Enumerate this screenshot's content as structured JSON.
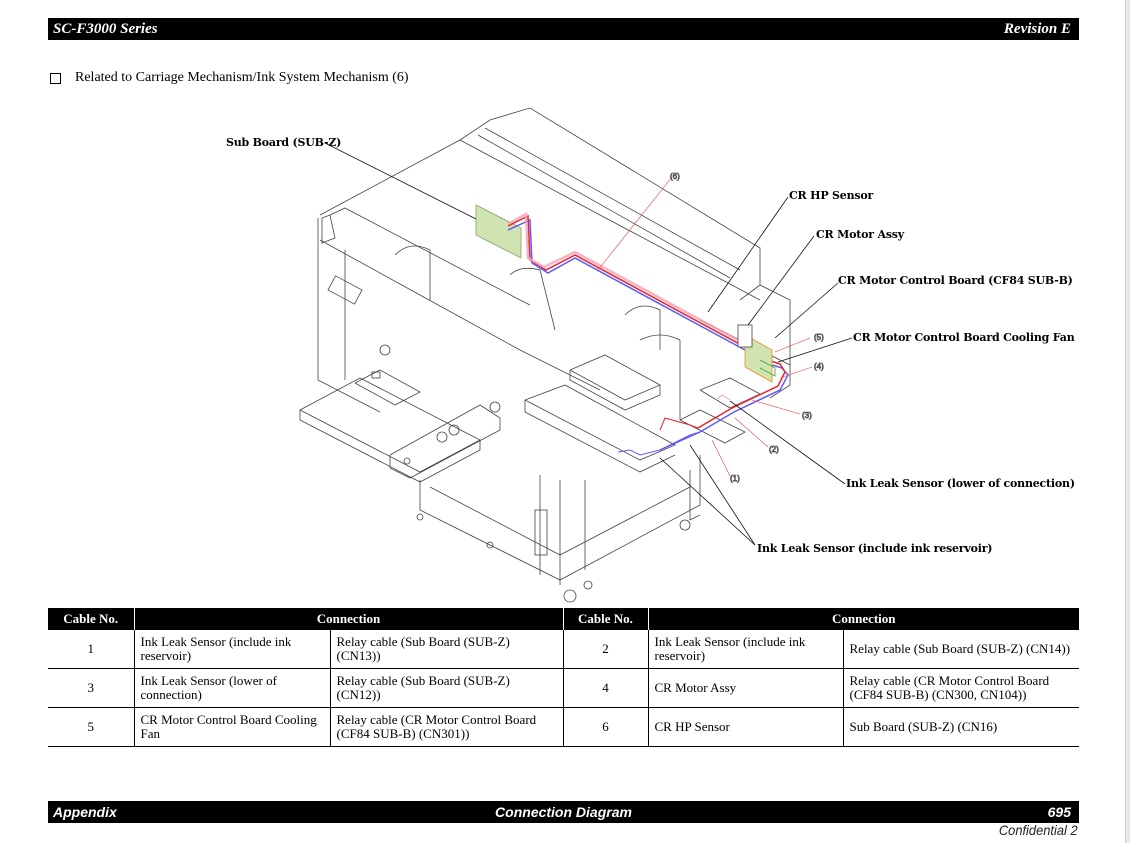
{
  "header": {
    "series": "SC-F3000 Series",
    "revision": "Revision E"
  },
  "section": {
    "bullet_icon": "square-bullet-icon",
    "title": "Related to Carriage Mechanism/Ink System Mechanism (6)"
  },
  "diagram": {
    "callouts": {
      "sub_board": "Sub Board (SUB-Z)",
      "cr_hp_sensor": "CR HP Sensor",
      "cr_motor_assy": "CR Motor Assy",
      "cr_motor_control_board": "CR Motor Control Board (CF84 SUB-B)",
      "cr_motor_cooling_fan": "CR Motor Control Board Cooling Fan",
      "ink_leak_lower": "Ink Leak Sensor (lower of connection)",
      "ink_leak_reservoir": "Ink Leak Sensor (include ink reservoir)"
    },
    "cable_markers": [
      "(1)",
      "(2)",
      "(3)",
      "(4)",
      "(5)",
      "(6)"
    ],
    "colors": {
      "cable_red": "#e8232a",
      "cable_blue": "#5a5aff",
      "cable_pink": "#f7a0b4",
      "board_green": "#cfe4b0",
      "bracket_orange": "#f08a1c",
      "marker_red": "#e8443a"
    }
  },
  "table": {
    "headers": {
      "cable_no": "Cable No.",
      "connection": "Connection"
    },
    "rows": [
      {
        "left": {
          "no": "1",
          "from": "Ink Leak Sensor (include ink reservoir)",
          "to": "Relay cable (Sub Board (SUB-Z) (CN13))"
        },
        "right": {
          "no": "2",
          "from": "Ink Leak Sensor (include ink reservoir)",
          "to": "Relay cable (Sub Board (SUB-Z) (CN14))"
        }
      },
      {
        "left": {
          "no": "3",
          "from": "Ink Leak Sensor (lower of connection)",
          "to": "Relay cable (Sub Board (SUB-Z) (CN12))"
        },
        "right": {
          "no": "4",
          "from": "CR Motor Assy",
          "to": "Relay cable (CR Motor Control Board (CF84 SUB-B) (CN300, CN104))"
        }
      },
      {
        "left": {
          "no": "5",
          "from": "CR Motor Control Board Cooling Fan",
          "to": "Relay cable (CR Motor Control Board (CF84 SUB-B) (CN301))"
        },
        "right": {
          "no": "6",
          "from": "CR HP Sensor",
          "to": "Sub Board (SUB-Z) (CN16)"
        }
      }
    ]
  },
  "footer": {
    "section": "Appendix",
    "title": "Connection Diagram",
    "page": "695",
    "confidential": "Confidential 2"
  }
}
